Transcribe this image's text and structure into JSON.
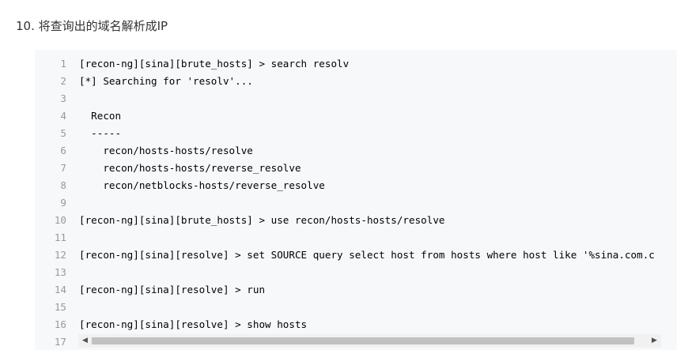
{
  "heading": "10. 将查询出的域名解析成IP",
  "code": {
    "lines": [
      {
        "num": "1",
        "text": "[recon-ng][sina][brute_hosts] > search resolv"
      },
      {
        "num": "2",
        "text": "[*] Searching for 'resolv'..."
      },
      {
        "num": "3",
        "text": ""
      },
      {
        "num": "4",
        "text": "  Recon"
      },
      {
        "num": "5",
        "text": "  -----"
      },
      {
        "num": "6",
        "text": "    recon/hosts-hosts/resolve"
      },
      {
        "num": "7",
        "text": "    recon/hosts-hosts/reverse_resolve"
      },
      {
        "num": "8",
        "text": "    recon/netblocks-hosts/reverse_resolve"
      },
      {
        "num": "9",
        "text": ""
      },
      {
        "num": "10",
        "text": "[recon-ng][sina][brute_hosts] > use recon/hosts-hosts/resolve"
      },
      {
        "num": "11",
        "text": ""
      },
      {
        "num": "12",
        "text": "[recon-ng][sina][resolve] > set SOURCE query select host from hosts where host like '%sina.com.c"
      },
      {
        "num": "13",
        "text": ""
      },
      {
        "num": "14",
        "text": "[recon-ng][sina][resolve] > run"
      },
      {
        "num": "15",
        "text": ""
      },
      {
        "num": "16",
        "text": "[recon-ng][sina][resolve] > show hosts"
      },
      {
        "num": "17",
        "text": ""
      }
    ]
  },
  "scrollbar": {
    "left_arrow": "◀",
    "right_arrow": "▶"
  }
}
